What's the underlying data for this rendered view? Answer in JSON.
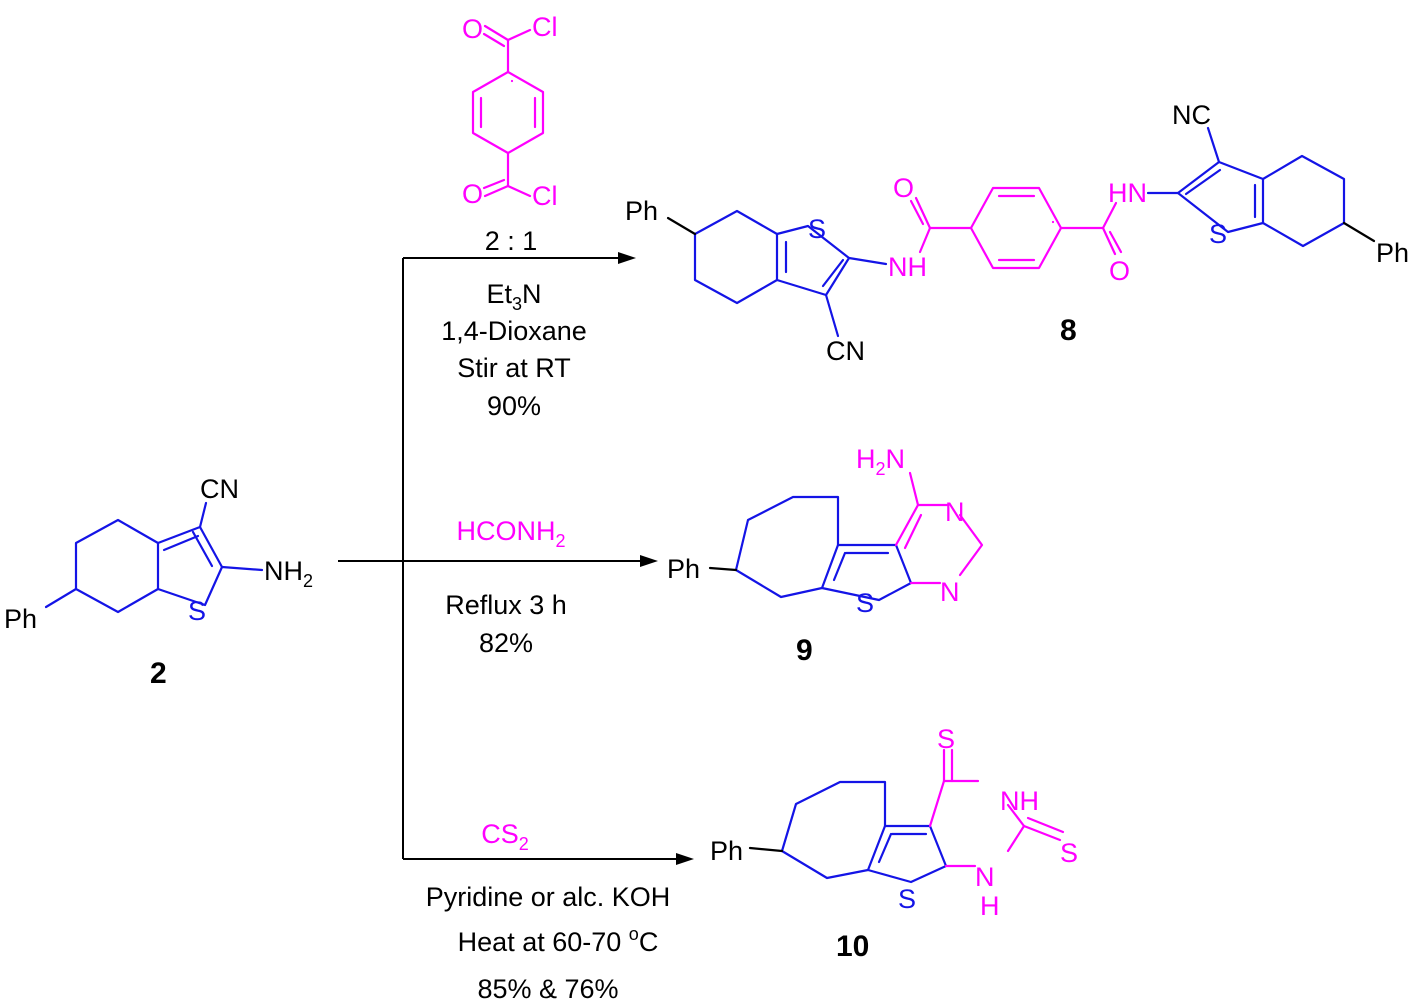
{
  "reagent_8": {
    "ratio": "2 : 1",
    "conditions": [
      "Et3N",
      "1,4-Dioxane",
      "Stir at RT",
      "90%"
    ]
  },
  "reagent_9": {
    "reagent": "HCONH2",
    "conditions": [
      "Reflux 3 h",
      "82%"
    ]
  },
  "reagent_10": {
    "reagent": "CS2",
    "conditions": [
      "Pyridine or alc. KOH",
      "Heat at 60-70 oC",
      "85% & 76%"
    ]
  },
  "compounds": {
    "c2": "2",
    "c8": "8",
    "c9": "9",
    "c10": "10"
  },
  "atoms": {
    "ph": "Ph",
    "cn": "CN",
    "nc": "NC",
    "nh2": "NH2",
    "h2n": "H2N",
    "s": "S",
    "n": "N",
    "nh": "NH",
    "hn": "HN",
    "h": "H",
    "o": "O",
    "cl": "Cl"
  },
  "colors": {
    "blue": "#1414e6",
    "magenta": "#ff00ff",
    "black": "#000000"
  }
}
